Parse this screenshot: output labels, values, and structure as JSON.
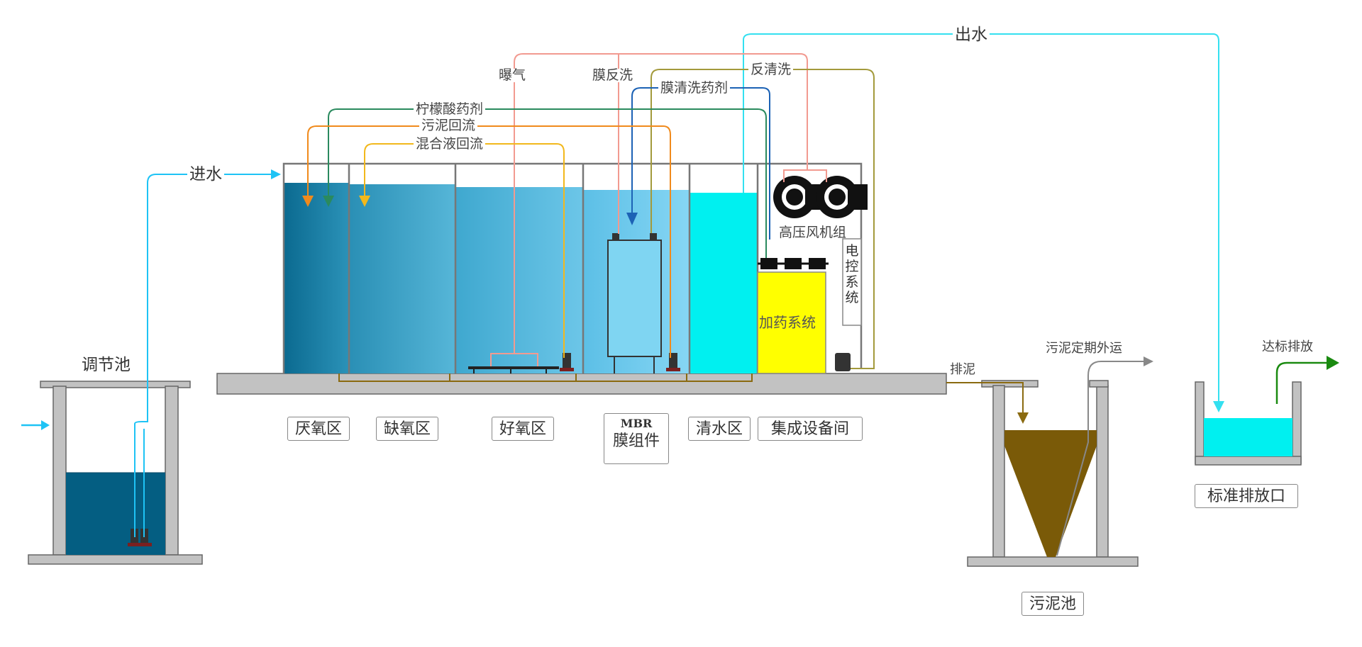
{
  "colors": {
    "inlet": "#1ec3f5",
    "outlet": "#34e0f0",
    "aeration": "#f29a90",
    "backwash": "#d8808a",
    "citric": "#2a8a5e",
    "sludge_return": "#f08a1c",
    "mixed_return": "#f2b81c",
    "membrane_chem": "#1c62b5",
    "backflush": "#a39a3c",
    "sludge": "#7a5a08",
    "yellow": "#ffff00",
    "cyan": "#00f0f0"
  },
  "pipes": {
    "inlet": "进水",
    "outlet": "出水",
    "aeration": "曝气",
    "membrane_backwash": "膜反洗",
    "backflush": "反清洗",
    "membrane_chem": "膜清洗药剂",
    "citric": "柠檬酸药剂",
    "sludge_return": "污泥回流",
    "mixed_return": "混合液回流",
    "discharge_sludge": "排泥",
    "sludge_out": "污泥定期外运",
    "compliant_out": "达标排放"
  },
  "equipment": {
    "blower": "高压风机组",
    "electrical": "电控系统",
    "dosing": "加药系统"
  },
  "zones": {
    "regulating": "调节池",
    "anaerobic": "厌氧区",
    "anoxic": "缺氧区",
    "aerobic": "好氧区",
    "mbr_line1": "MBR",
    "mbr_line2": "膜组件",
    "clear": "清水区",
    "equipment_room": "集成设备间",
    "sludge_tank": "污泥池",
    "outfall": "标准排放口"
  }
}
